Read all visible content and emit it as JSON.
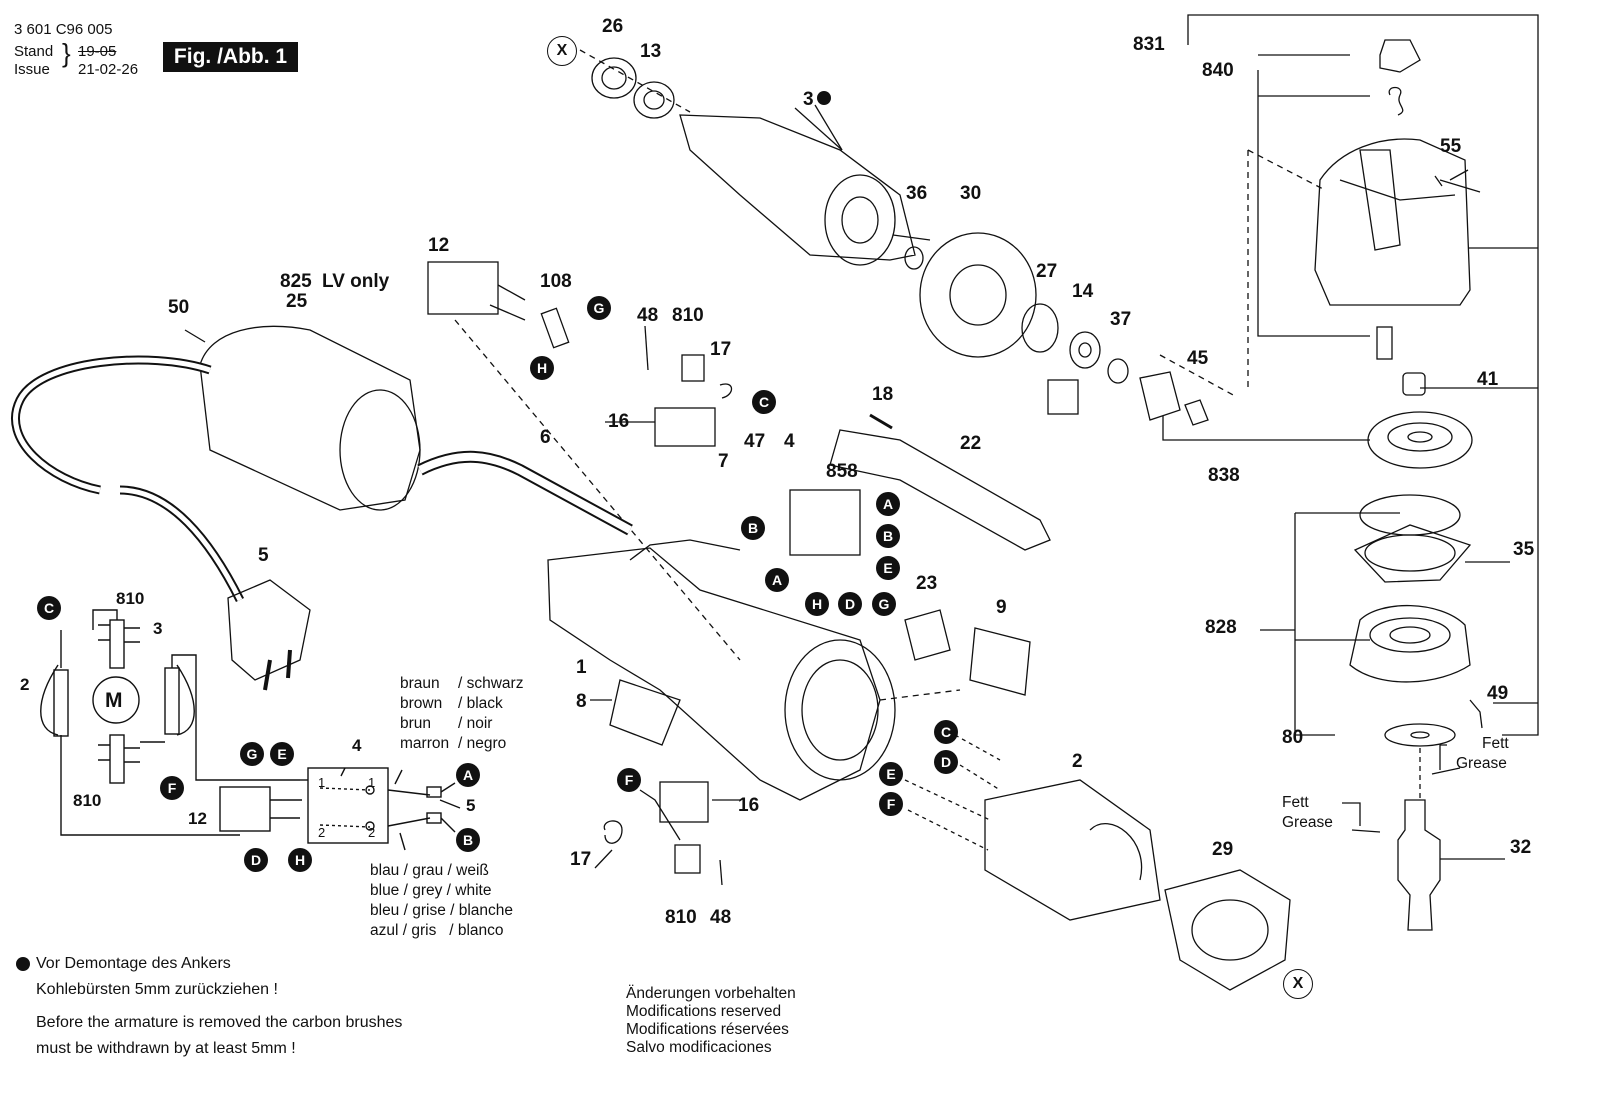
{
  "header": {
    "doc_number": "3 601 C96 005",
    "stand_label": "Stand",
    "issue_label": "Issue",
    "old_date": "19-05",
    "date": "21-02-26",
    "fig_label": "Fig. /Abb. 1"
  },
  "parts": {
    "p26": "26",
    "p13": "13",
    "p3": "3",
    "p36": "36",
    "p30": "30",
    "p12": "12",
    "p108": "108",
    "p825": "825",
    "lv_only": "LV only",
    "p25": "25",
    "p50": "50",
    "p48a": "48",
    "p810a": "810",
    "p17a": "17",
    "p16a": "16",
    "p6": "6",
    "p47": "47",
    "p7": "7",
    "p4": "4",
    "p858": "858",
    "p18": "18",
    "p22": "22",
    "p27": "27",
    "p14": "14",
    "p37": "37",
    "p45": "45",
    "p5": "5",
    "p1": "1",
    "p8": "8",
    "p23": "23",
    "p9": "9",
    "p2": "2",
    "p16b": "16",
    "p17b": "17",
    "p810b": "810",
    "p48b": "48",
    "p29": "29",
    "p831": "831",
    "p840": "840",
    "p55": "55",
    "p41": "41",
    "p838": "838",
    "p35": "35",
    "p828": "828",
    "p49": "49",
    "p80": "80",
    "p32": "32"
  },
  "grease": {
    "fett": "Fett",
    "grease": "Grease"
  },
  "wiring": {
    "n810_top": "810",
    "n3": "3",
    "n2": "2",
    "motor": "M",
    "n810_bottom": "810",
    "n12": "12",
    "n4": "4",
    "n5": "5",
    "term1": "1",
    "term2": "2",
    "colors_top": [
      {
        "a": "braun",
        "b": "/ schwarz"
      },
      {
        "a": "brown",
        "b": "/ black"
      },
      {
        "a": "brun",
        "b": "/ noir"
      },
      {
        "a": "marron",
        "b": "/ negro"
      }
    ],
    "colors_bottom": [
      {
        "a": "blau / grau / weiß"
      },
      {
        "a": "blue / grey / white"
      },
      {
        "a": "bleu / grise / blanche"
      },
      {
        "a": "azul / gris   / blanco"
      }
    ]
  },
  "connectors": [
    "A",
    "B",
    "C",
    "D",
    "E",
    "F",
    "G",
    "H",
    "X"
  ],
  "notes": {
    "de_1": "Vor Demontage des Ankers",
    "de_2": "Kohlebürsten 5mm zurückziehen !",
    "en_1": "Before the armature is removed the carbon brushes",
    "en_2": "must be withdrawn by at least 5mm !"
  },
  "modifications": [
    "Änderungen vorbehalten",
    "Modifications reserved",
    "Modifications réservées",
    "Salvo modificaciones"
  ]
}
